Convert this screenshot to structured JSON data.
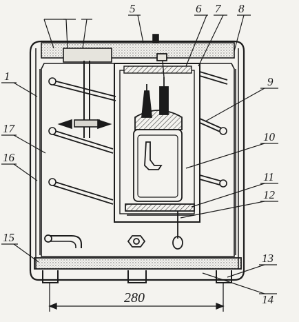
{
  "figure": {
    "callout_labels": [
      "1",
      "5",
      "6",
      "7",
      "8",
      "9",
      "10",
      "11",
      "12",
      "13",
      "14",
      "15",
      "16",
      "17"
    ],
    "dimension_label": "280"
  },
  "colors": {
    "ink": "#1b1b1b",
    "paper": "#f4f3ef",
    "hatch": "#8a8a8a"
  }
}
